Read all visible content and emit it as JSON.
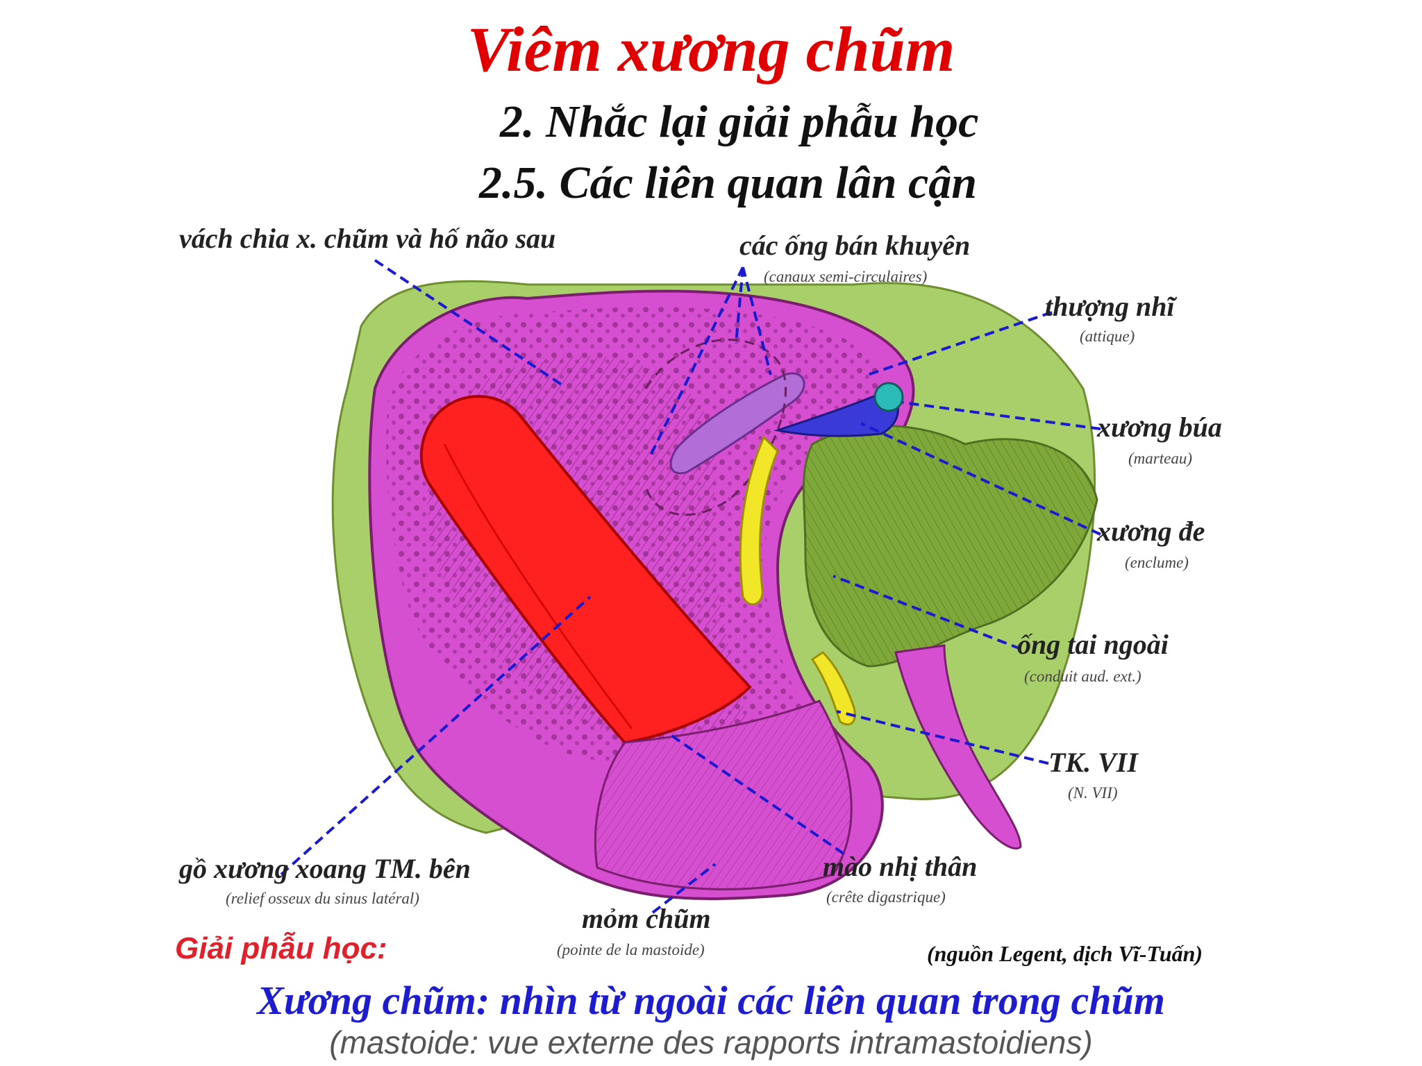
{
  "header": {
    "title": "Viêm xương chũm",
    "section": "2. Nhắc lại giải phẫu học",
    "subsection": "2.5. Các liên quan lân cận"
  },
  "labels": {
    "vach": "vách chia x. chũm và hố não sau",
    "ong_ban_khuyen": "các ống bán khuyên",
    "ong_ban_khuyen_fr": "(canaux semi-circulaires)",
    "thuong_nhi": "thượng nhĩ",
    "thuong_nhi_fr": "(attique)",
    "xuong_bua": "xương búa",
    "xuong_bua_fr": "(marteau)",
    "xuong_de": "xương đe",
    "xuong_de_fr": "(enclume)",
    "ong_tai": "ống tai ngoài",
    "ong_tai_fr": "(conduit aud. ext.)",
    "tk7": "TK. VII",
    "tk7_fr": "(N. VII)",
    "mao": "mào nhị thân",
    "mao_fr": "(crête digastrique)",
    "go": "gồ xương xoang TM. bên",
    "go_fr": "(relief osseux du sinus latéral)",
    "mom": "mỏm chũm",
    "mom_fr": "(pointe de la mastoide)"
  },
  "footer": {
    "heading": "Giải phẫu học:",
    "source": "(nguồn Legent, dịch Vĩ-Tuấn)",
    "caption": "Xương chũm: nhìn từ ngoài các liên quan trong chũm",
    "caption_fr": "(mastoide: vue externe des rapports intramastoidiens)"
  },
  "colors": {
    "title_red": "#e00000",
    "bone_magenta": "#d64fd0",
    "sinus_red": "#ff2020",
    "temporal_green": "#a9cf6a",
    "ossicle_green": "#7fa83a",
    "nerve_yellow": "#f2e628",
    "leader_blue": "#1a1ad0",
    "caption_blue": "#1d1dcf"
  }
}
